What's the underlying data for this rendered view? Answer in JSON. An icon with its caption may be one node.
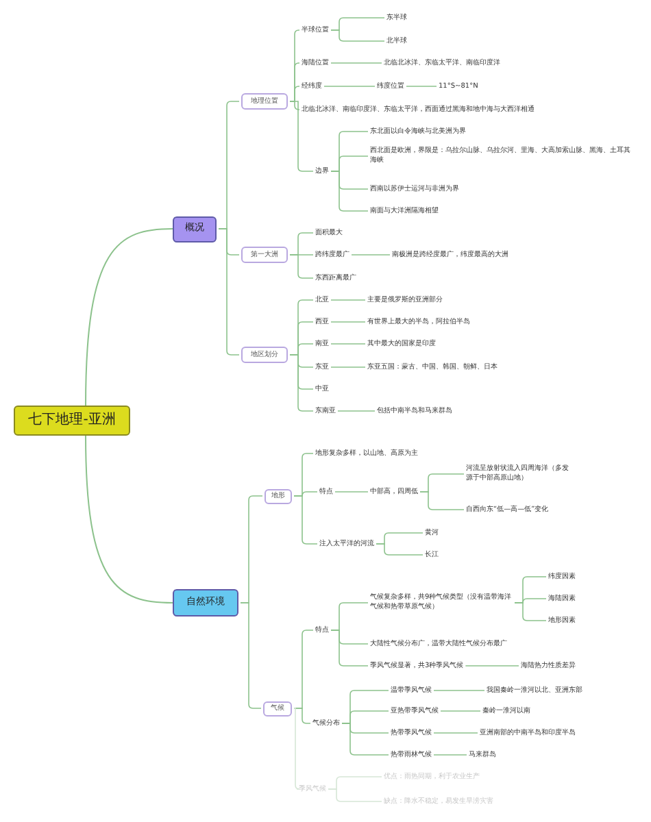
{
  "diagram": {
    "nodes": [
      {
        "text": [
          "七下地理-亚洲"
        ]
      },
      {
        "text": [
          "概况"
        ]
      },
      {
        "text": [
          "地理位置"
        ]
      },
      {
        "text": [
          "半球位置"
        ]
      },
      {
        "text": [
          "东半球"
        ]
      },
      {
        "text": [
          "北半球"
        ]
      },
      {
        "text": [
          "海陆位置"
        ]
      },
      {
        "text": [
          "北临北冰洋、东临太平洋、南临印度洋"
        ]
      },
      {
        "text": [
          "经纬度"
        ]
      },
      {
        "text": [
          "纬度位置"
        ]
      },
      {
        "text": [
          "11°S~81°N"
        ]
      },
      {
        "text": [
          "北临北冰洋、南临印度洋、东临太平洋，西面通过黑海和地中海与大西洋相通"
        ]
      },
      {
        "text": [
          "边界"
        ]
      },
      {
        "text": [
          "东北面以白令海峡与北美洲为界"
        ]
      },
      {
        "text": [
          "西北面是欧洲，界限是：乌拉尔山脉、乌拉尔河、里海、大高加索山脉、黑海、土耳其海峡"
        ]
      },
      {
        "text": [
          "西南以苏伊士运河与非洲为界"
        ]
      },
      {
        "text": [
          "南面与大洋洲隔海相望"
        ]
      },
      {
        "text": [
          "第一大洲"
        ]
      },
      {
        "text": [
          "面积最大"
        ]
      },
      {
        "text": [
          "跨纬度最广"
        ]
      },
      {
        "text": [
          "南极洲是跨经度最广，纬度最高的大洲"
        ]
      },
      {
        "text": [
          "东西距离最广"
        ]
      },
      {
        "text": [
          "地区划分"
        ]
      },
      {
        "text": [
          "北亚"
        ]
      },
      {
        "text": [
          "主要是俄罗斯的亚洲部分"
        ]
      },
      {
        "text": [
          "西亚"
        ]
      },
      {
        "text": [
          "有世界上最大的半岛，阿拉伯半岛"
        ]
      },
      {
        "text": [
          "南亚"
        ]
      },
      {
        "text": [
          "其中最大的国家是印度"
        ]
      },
      {
        "text": [
          "东亚"
        ]
      },
      {
        "text": [
          "东亚五国：蒙古、中国、韩国、朝鲜、日本"
        ]
      },
      {
        "text": [
          "中亚"
        ]
      },
      {
        "text": [
          "东南亚"
        ]
      },
      {
        "text": [
          "包括中南半岛和马来群岛"
        ]
      },
      {
        "text": [
          "自然环境"
        ]
      },
      {
        "text": [
          "地形"
        ]
      },
      {
        "text": [
          "地形复杂多样，以山地、高原为主"
        ]
      },
      {
        "text": [
          "特点"
        ]
      },
      {
        "text": [
          "中部高，四周低"
        ]
      },
      {
        "text": [
          "河流呈放射状流入四周海洋（多发源于中部高原山地）"
        ]
      },
      {
        "text": [
          "自西向东“低—高—低”变化"
        ]
      },
      {
        "text": [
          "注入太平洋的河流"
        ]
      },
      {
        "text": [
          "黄河"
        ]
      },
      {
        "text": [
          "长江"
        ]
      },
      {
        "text": [
          "气候"
        ]
      },
      {
        "text": [
          "特点"
        ]
      },
      {
        "text": [
          "气候复杂多样，共9种气候类型（没有温带海洋气候和热带草原气候）"
        ]
      },
      {
        "text": [
          "纬度因素"
        ]
      },
      {
        "text": [
          "海陆因素"
        ]
      },
      {
        "text": [
          "地形因素"
        ]
      },
      {
        "text": [
          "大陆性气候分布广，温带大陆性气候分布最广"
        ]
      },
      {
        "text": [
          "季风气候显著，共3种季风气候"
        ]
      },
      {
        "text": [
          "海陆热力性质差异"
        ]
      },
      {
        "text": [
          "气候分布"
        ]
      },
      {
        "text": [
          "温带季风气候"
        ]
      },
      {
        "text": [
          "我国秦岭一淮河以北、亚洲东部"
        ]
      },
      {
        "text": [
          "亚热带季风气候"
        ]
      },
      {
        "text": [
          "秦岭一淮河以南"
        ]
      },
      {
        "text": [
          "热带季风气候"
        ]
      },
      {
        "text": [
          "亚洲南部的中南半岛和印度半岛"
        ]
      },
      {
        "text": [
          "热带雨林气候"
        ]
      },
      {
        "text": [
          "马来群岛"
        ]
      },
      {
        "text": [
          "季风气候"
        ]
      },
      {
        "text": [
          "优点：雨热同期，利于农业生产"
        ]
      },
      {
        "text": [
          "缺点：降水不稳定，易发生旱涝灾害"
        ]
      }
    ],
    "edges": [
      {
        "from": 0,
        "to": 1,
        "arrow": "none"
      },
      {
        "from": 1,
        "to": 2,
        "arrow": "none"
      },
      {
        "from": 2,
        "to": 3,
        "arrow": "none"
      },
      {
        "from": 3,
        "to": 4,
        "arrow": "none"
      },
      {
        "from": 3,
        "to": 5,
        "arrow": "none"
      },
      {
        "from": 2,
        "to": 6,
        "arrow": "none"
      },
      {
        "from": 6,
        "to": 7,
        "arrow": "none"
      },
      {
        "from": 2,
        "to": 8,
        "arrow": "none"
      },
      {
        "from": 8,
        "to": 9,
        "arrow": "none"
      },
      {
        "from": 9,
        "to": 10,
        "arrow": "none"
      },
      {
        "from": 2,
        "to": 11,
        "arrow": "none"
      },
      {
        "from": 2,
        "to": 12,
        "arrow": "none"
      },
      {
        "from": 12,
        "to": 13,
        "arrow": "none"
      },
      {
        "from": 12,
        "to": 14,
        "arrow": "none"
      },
      {
        "from": 12,
        "to": 15,
        "arrow": "none"
      },
      {
        "from": 12,
        "to": 16,
        "arrow": "none"
      },
      {
        "from": 1,
        "to": 17,
        "arrow": "none"
      },
      {
        "from": 17,
        "to": 18,
        "arrow": "none"
      },
      {
        "from": 17,
        "to": 19,
        "arrow": "none"
      },
      {
        "from": 19,
        "to": 20,
        "arrow": "none"
      },
      {
        "from": 17,
        "to": 21,
        "arrow": "none"
      },
      {
        "from": 1,
        "to": 22,
        "arrow": "none"
      },
      {
        "from": 22,
        "to": 23,
        "arrow": "none"
      },
      {
        "from": 23,
        "to": 24,
        "arrow": "none"
      },
      {
        "from": 22,
        "to": 25,
        "arrow": "none"
      },
      {
        "from": 25,
        "to": 26,
        "arrow": "none"
      },
      {
        "from": 22,
        "to": 27,
        "arrow": "none"
      },
      {
        "from": 27,
        "to": 28,
        "arrow": "none"
      },
      {
        "from": 22,
        "to": 29,
        "arrow": "none"
      },
      {
        "from": 29,
        "to": 30,
        "arrow": "none"
      },
      {
        "from": 22,
        "to": 31,
        "arrow": "none"
      },
      {
        "from": 22,
        "to": 32,
        "arrow": "none"
      },
      {
        "from": 32,
        "to": 33,
        "arrow": "none"
      },
      {
        "from": 0,
        "to": 34,
        "arrow": "none"
      },
      {
        "from": 34,
        "to": 35,
        "arrow": "none"
      },
      {
        "from": 35,
        "to": 36,
        "arrow": "none"
      },
      {
        "from": 35,
        "to": 37,
        "arrow": "none"
      },
      {
        "from": 37,
        "to": 38,
        "arrow": "none"
      },
      {
        "from": 38,
        "to": 39,
        "arrow": "none"
      },
      {
        "from": 38,
        "to": 40,
        "arrow": "none"
      },
      {
        "from": 35,
        "to": 41,
        "arrow": "none"
      },
      {
        "from": 41,
        "to": 42,
        "arrow": "none"
      },
      {
        "from": 41,
        "to": 43,
        "arrow": "none"
      },
      {
        "from": 34,
        "to": 44,
        "arrow": "none"
      },
      {
        "from": 44,
        "to": 45,
        "arrow": "none"
      },
      {
        "from": 45,
        "to": 46,
        "arrow": "none"
      },
      {
        "from": 46,
        "to": 47,
        "arrow": "none"
      },
      {
        "from": 46,
        "to": 48,
        "arrow": "none"
      },
      {
        "from": 46,
        "to": 49,
        "arrow": "none"
      },
      {
        "from": 45,
        "to": 50,
        "arrow": "none"
      },
      {
        "from": 45,
        "to": 51,
        "arrow": "none"
      },
      {
        "from": 51,
        "to": 52,
        "arrow": "none"
      },
      {
        "from": 44,
        "to": 53,
        "arrow": "none"
      },
      {
        "from": 53,
        "to": 54,
        "arrow": "none"
      },
      {
        "from": 54,
        "to": 55,
        "arrow": "none"
      },
      {
        "from": 53,
        "to": 56,
        "arrow": "none"
      },
      {
        "from": 56,
        "to": 57,
        "arrow": "none"
      },
      {
        "from": 53,
        "to": 58,
        "arrow": "none"
      },
      {
        "from": 58,
        "to": 59,
        "arrow": "none"
      },
      {
        "from": 53,
        "to": 60,
        "arrow": "none"
      },
      {
        "from": 60,
        "to": 61,
        "arrow": "none"
      },
      {
        "from": 44,
        "to": 62,
        "arrow": "none",
        "color": "#d6e6d6"
      },
      {
        "from": 62,
        "to": 63,
        "arrow": "none",
        "color": "#d6e6d6"
      },
      {
        "from": 62,
        "to": 64,
        "arrow": "none",
        "color": "#d6e6d6"
      }
    ]
  }
}
